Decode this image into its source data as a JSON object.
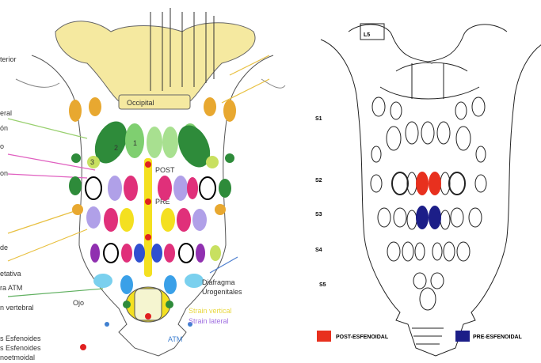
{
  "left_panel": {
    "top_label": "Occipital",
    "post_label": "POST",
    "pre_label": "PRE",
    "numbers": [
      "1",
      "2",
      "3"
    ],
    "left_labels": [
      "terior",
      "eral",
      "ón",
      "o",
      "on",
      "de",
      "etativa",
      "ra ATM",
      "n vertebral",
      "s Esfenoides",
      "s Esfenoides",
      "noetmoidal"
    ],
    "ojo": "Ojo",
    "diafragma_1": "Diafragma",
    "diafragma_2": "Urogenitales",
    "strain_vertical": "Strain vertical",
    "strain_lateral": "Strain lateral",
    "atm": "ATM",
    "colors": {
      "bone": "#f5e9a0",
      "orange": "#e8a830",
      "green_light": "#7fcf70",
      "green_dark": "#2e8b3a",
      "magenta": "#e0307a",
      "lavender": "#b0a0e8",
      "yellow": "#f4e020",
      "blue": "#3050d0",
      "cyan": "#7ad0ee",
      "purple": "#9030b0",
      "red": "#e02020",
      "strain_vertical": "#e8d840",
      "strain_lateral": "#a070e0",
      "atm": "#4080d0"
    }
  },
  "right_panel": {
    "l5": "L5",
    "s_labels": [
      "S1",
      "S2",
      "S3",
      "S4",
      "S5"
    ],
    "legend_post": "POST-ESFENOIDAL",
    "legend_pre": "PRE-ESFENOIDAL",
    "colors": {
      "post": "#e8301e",
      "pre": "#1c1e88"
    }
  }
}
